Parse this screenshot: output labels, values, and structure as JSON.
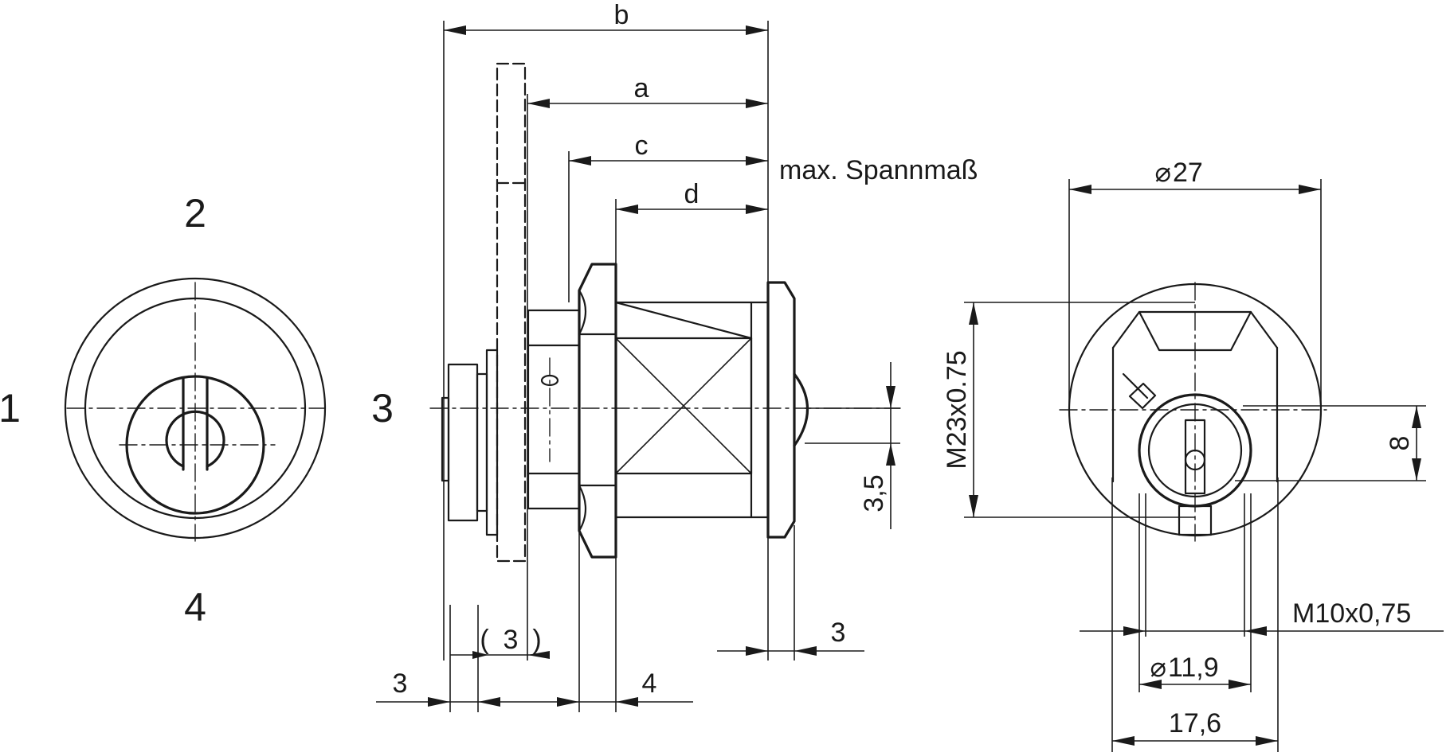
{
  "positions": {
    "top": "2",
    "left": "1",
    "right": "3",
    "bottom": "4"
  },
  "dimensions": {
    "b": "b",
    "a": "a",
    "c": "c",
    "d": "d",
    "max_clamp": "max. Spannmaß",
    "nut_thickness": "4",
    "plate_thickness": "3",
    "spacer": "3",
    "spacer_open": "(",
    "spacer_close": ")",
    "collar": "3",
    "cam_offset": "3,5",
    "diameter_symbol": "⌀",
    "outer_diameter": "27",
    "thread_main": "M23x0.75",
    "flat_width": "8",
    "thread_small": "M10x0,75",
    "core_diameter": "11,9",
    "body_width": "17,6"
  },
  "colors": {
    "line": "#1a1a1a",
    "background": "#ffffff"
  }
}
